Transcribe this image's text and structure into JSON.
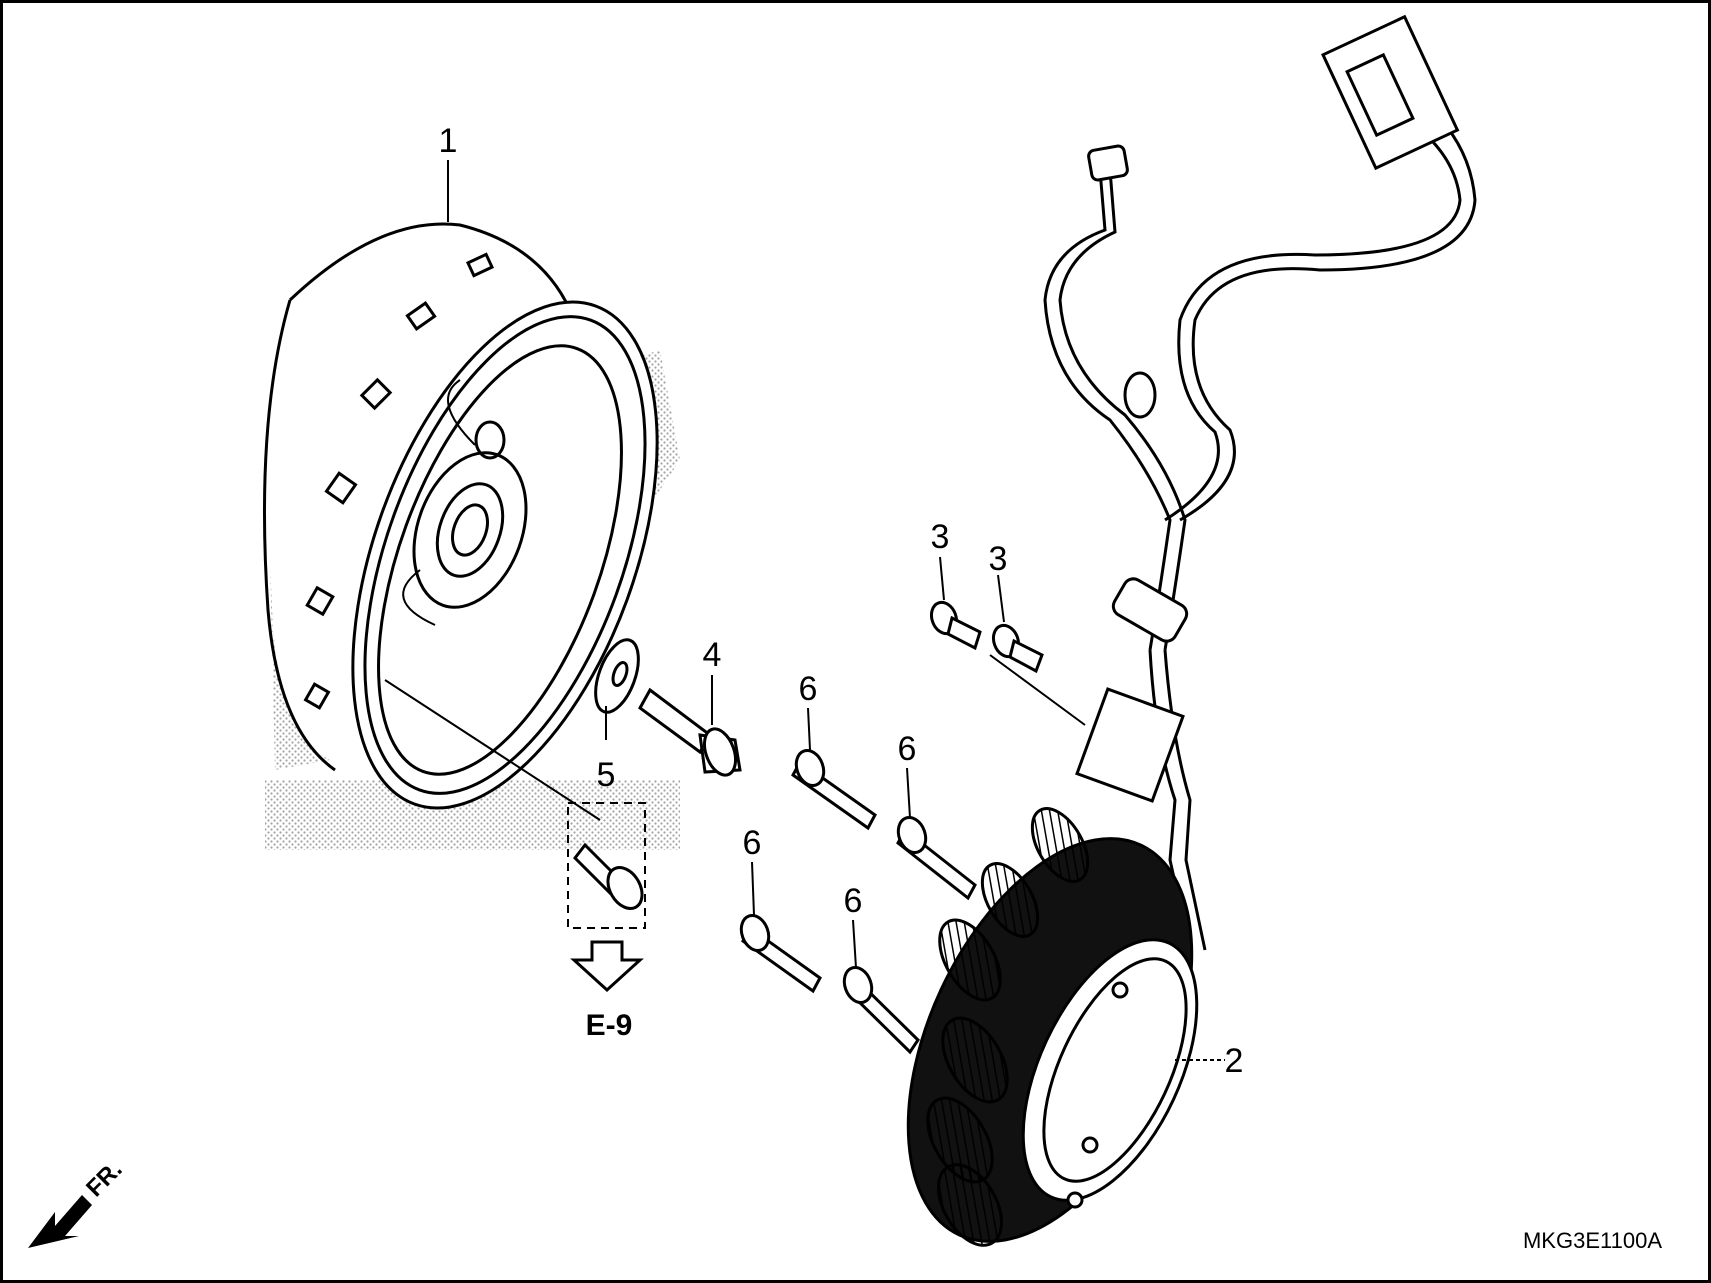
{
  "diagram": {
    "callouts": {
      "flywheel": "1",
      "stator": "2",
      "bolt_a": "3",
      "bolt_b": "3",
      "flange_bolt": "4",
      "washer": "5",
      "stator_bolt_a": "6",
      "stator_bolt_b": "6",
      "stator_bolt_c": "6",
      "stator_bolt_d": "6"
    },
    "reference_label": "E-9",
    "front_label": "FR.",
    "drawing_code": "MKG3E1100A"
  },
  "colors": {
    "ink": "#000000",
    "background": "#ffffff",
    "stipple": "#9a9a9a"
  }
}
